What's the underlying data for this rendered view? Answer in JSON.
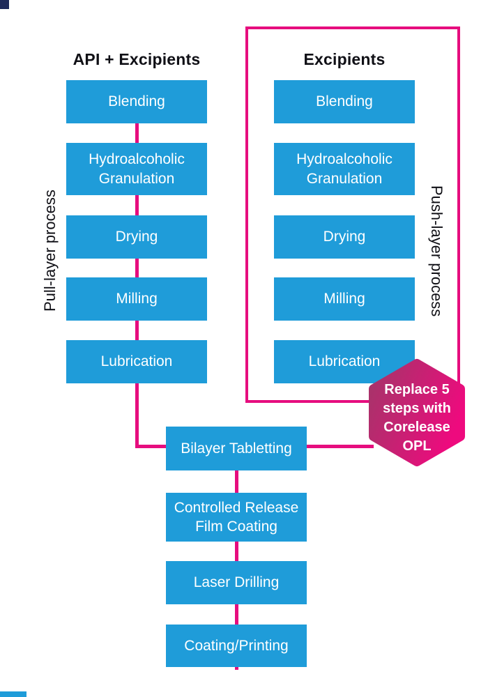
{
  "colors": {
    "box_blue": "#1F9CD9",
    "line_magenta": "#E60D7E",
    "badge_gradient_start": "#A8336A",
    "badge_gradient_end": "#EE0A7E",
    "heading_text": "#101016",
    "box_text": "#FFFFFF",
    "corner_navy": "#1E2A5A"
  },
  "left_column": {
    "header": "API + Excipients",
    "side_label": "Pull-layer process",
    "steps": [
      "Blending",
      "Hydroalcoholic Granulation",
      "Drying",
      "Milling",
      "Lubrication"
    ]
  },
  "right_column": {
    "header": "Excipients",
    "side_label": "Push-layer process",
    "steps": [
      "Blending",
      "Hydroalcoholic Granulation",
      "Drying",
      "Milling",
      "Lubrication"
    ]
  },
  "bottom_flow": {
    "steps": [
      "Bilayer Tabletting",
      "Controlled Release Film Coating",
      "Laser Drilling",
      "Coating/Printing"
    ]
  },
  "badge": {
    "text": "Replace 5 steps with Corelease OPL",
    "lines": [
      "Replace 5",
      "steps with",
      "Corelease",
      "OPL"
    ]
  }
}
